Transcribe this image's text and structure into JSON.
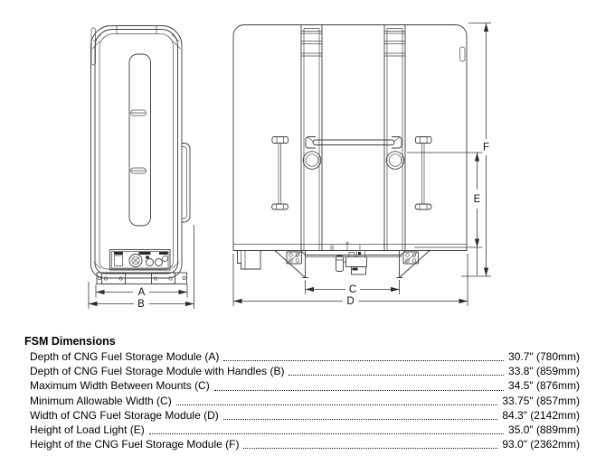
{
  "diagram": {
    "labels": {
      "a": "A",
      "b": "B",
      "c": "C",
      "d": "D",
      "e": "E",
      "f": "F"
    }
  },
  "dims": {
    "title": "FSM Dimensions",
    "rows": [
      {
        "label": "Depth of CNG Fuel Storage Module (A)",
        "value": "30.7\" (780mm)"
      },
      {
        "label": "Depth of CNG Fuel Storage Module with Handles (B)",
        "value": "33.8\" (859mm)"
      },
      {
        "label": "Maximum Width Between Mounts (C)",
        "value": "34.5\" (876mm)"
      },
      {
        "label": "Minimum Allowable Width (C)",
        "value": "33.75\" (857mm)"
      },
      {
        "label": "Width of CNG Fuel Storage Module (D)",
        "value": "84.3\" (2142mm)"
      },
      {
        "label": "Height of Load Light (E)",
        "value": "35.0\" (889mm)"
      },
      {
        "label": "Height of the CNG Fuel Storage Module (F)",
        "value": "93.0\" (2362mm)"
      }
    ]
  }
}
